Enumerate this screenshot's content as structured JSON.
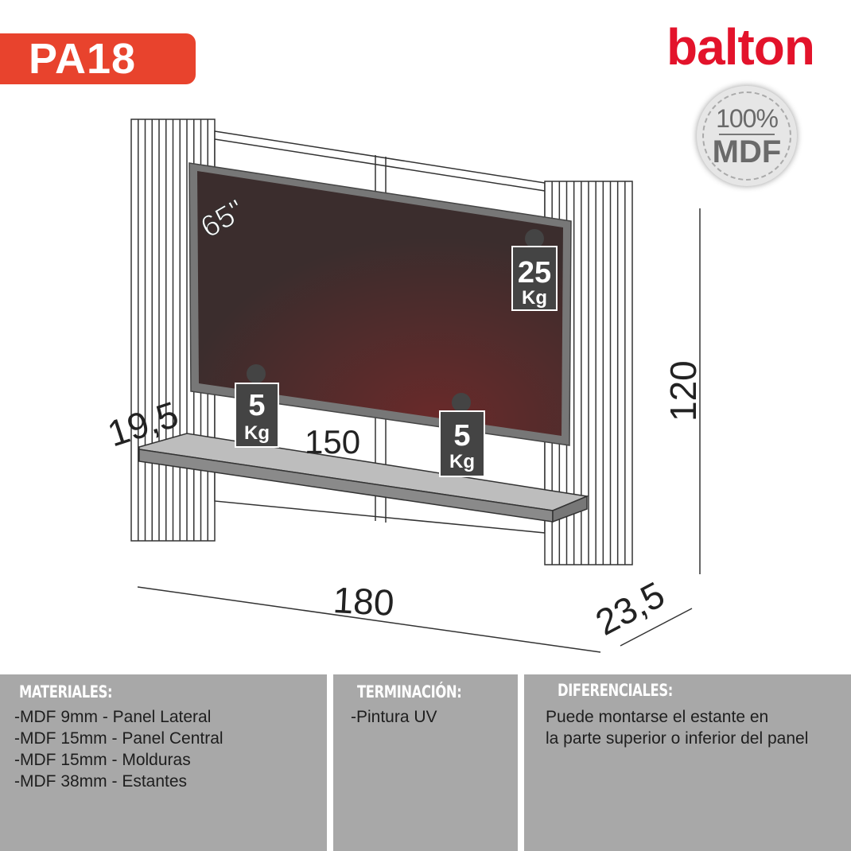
{
  "product_code": "PA18",
  "brand": "balton",
  "seal": {
    "top": "100%",
    "bottom": "MDF"
  },
  "diagram": {
    "tv_size": "65\"",
    "weights": [
      {
        "value": "25",
        "unit": "Kg"
      },
      {
        "value": "5",
        "unit": "Kg"
      },
      {
        "value": "5",
        "unit": "Kg"
      }
    ],
    "dimensions": {
      "width": "180",
      "height": "120",
      "depth": "23,5",
      "shelf_depth": "19,5",
      "shelf_width": "150"
    }
  },
  "sections": {
    "materiales": {
      "title": "MATERIALES:",
      "items": [
        "-MDF 9mm - Panel Lateral",
        "-MDF 15mm - Panel Central",
        "-MDF 15mm - Molduras",
        "-MDF 38mm - Estantes"
      ]
    },
    "terminacion": {
      "title": "TERMINACIÓN:",
      "items": [
        "-Pintura UV"
      ]
    },
    "diferenciales": {
      "title": "DIFERENCIALES:",
      "items": [
        "Puede montarse el estante en",
        "la parte superior o inferior del panel"
      ]
    }
  },
  "colors": {
    "accent": "#e8432d",
    "brand": "#e3132b",
    "panel": "#a8a8a8",
    "tv": "#3b2d2d"
  }
}
